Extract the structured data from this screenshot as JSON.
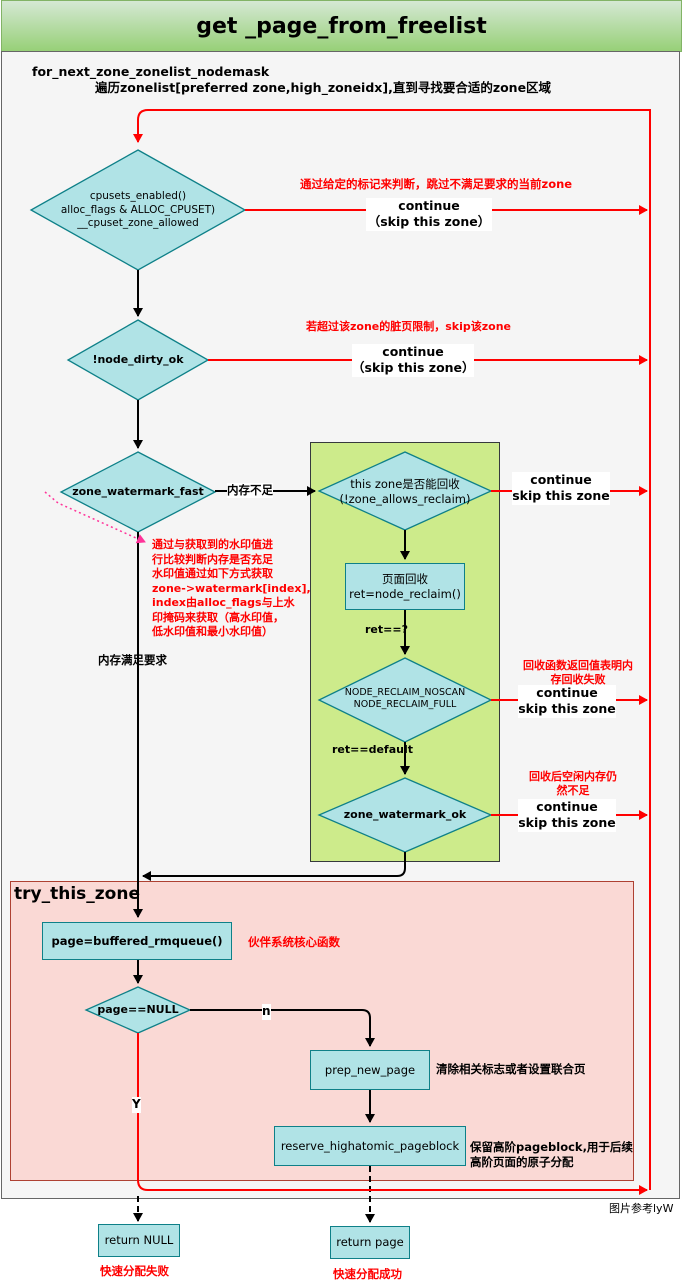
{
  "title": "get _page_from_freelist",
  "loop": {
    "macro": "for_next_zone_zonelist_nodemask",
    "description": "遍历zonelist[preferred zone,high_zoneidx],直到寻找要合适的zone区域"
  },
  "nodes": {
    "cpusets": "cpusets_enabled()\nalloc_flags & ALLOC_CPUSET)\n__cpuset_zone_allowed",
    "dirty": "!node_dirty_ok",
    "wm_fast": "zone_watermark_fast",
    "allows_reclaim": "this zone是否能回收\n(!zone_allows_reclaim)",
    "node_reclaim": "页面回收\nret=node_reclaim()",
    "noscan": "NODE_RECLAIM_NOSCAN\nNODE_RECLAIM_FULL",
    "wm_ok": "zone_watermark_ok",
    "rmqueue": "page=buffered_rmqueue()",
    "page_null": "page==NULL",
    "prep": "prep_new_page",
    "reserve": "reserve_highatomic_pageblock",
    "ret_null": "return NULL",
    "ret_page": "return page"
  },
  "labels": {
    "continue1": "continue\n（skip this zone）",
    "continue2": "continue\n（skip this zone）",
    "continue3": "continue\nskip this zone",
    "continue4": "continue\nskip this zone",
    "continue5": "continue\nskip this zone",
    "mem_low": "内存不足",
    "mem_ok": "内存满足要求",
    "ret_q": "ret==?",
    "ret_default": "ret==default",
    "n": "n",
    "y": "Y",
    "try_zone": "try_this_zone"
  },
  "notes": {
    "cpusets": "通过给定的标记来判断，跳过不满足要求的当前zone",
    "dirty": "若超过该zone的脏页限制，skip该zone",
    "watermark": "通过与获取到的水印值进\n行比较判断内存是否充足\n水印值通过如下方式获取\nzone->watermark[index],\nindex由alloc_flags与上水\n印掩码来获取（高水印值，\n低水印值和最小水印值）",
    "reclaim_fail": "回收函数返回值表明内\n存回收失败",
    "still_low": "回收后空闲内存仍\n然不足",
    "buddy": "伙伴系统核心函数",
    "prep": "清除相关标志或者设置联合页",
    "reserve": "保留高阶pageblock,用于后续\n高阶页面的原子分配",
    "fail": "快速分配失败",
    "success": "快速分配成功"
  },
  "footer": "图片参考lyW",
  "colors": {
    "title_fill": "#97d077",
    "decision_fill": "#b0e3e6",
    "decision_stroke": "#0e8088",
    "reclaim_area": "#cdeb8b",
    "try_zone_area": "#fad9d5",
    "skip_arrow": "#ff0000",
    "note_text": "#ff0000"
  }
}
